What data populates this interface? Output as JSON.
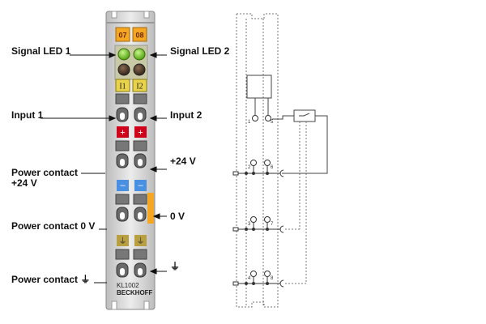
{
  "labels": {
    "signal_led_1": "Signal LED 1",
    "signal_led_2": "Signal LED 2",
    "input_1": "Input 1",
    "input_2": "Input 2",
    "plus_24v": "+24 V",
    "power_contact_24v_line1": "Power contact",
    "power_contact_24v_line2": "+24 V",
    "zero_v": "0 V",
    "power_contact_0v": "Power contact 0 V",
    "power_contact_ground": "Power contact ⏚",
    "ground_symbol": "⏚"
  },
  "terminal": {
    "led_numbers": [
      "07",
      "08"
    ],
    "input_tags": [
      "I1",
      "I2"
    ],
    "model": "KL1002",
    "brand": "BECKHOFF",
    "contact_numbers": [
      "1",
      "5",
      "2",
      "6",
      "3",
      "7",
      "4",
      "8"
    ]
  },
  "colors": {
    "housing": "#d8d8d8",
    "led_green": "#7ed321",
    "plus_red": "#d0021b",
    "minus_blue": "#4a90e2",
    "ground_olive": "#b8a040",
    "orange_tab": "#f5a623"
  }
}
